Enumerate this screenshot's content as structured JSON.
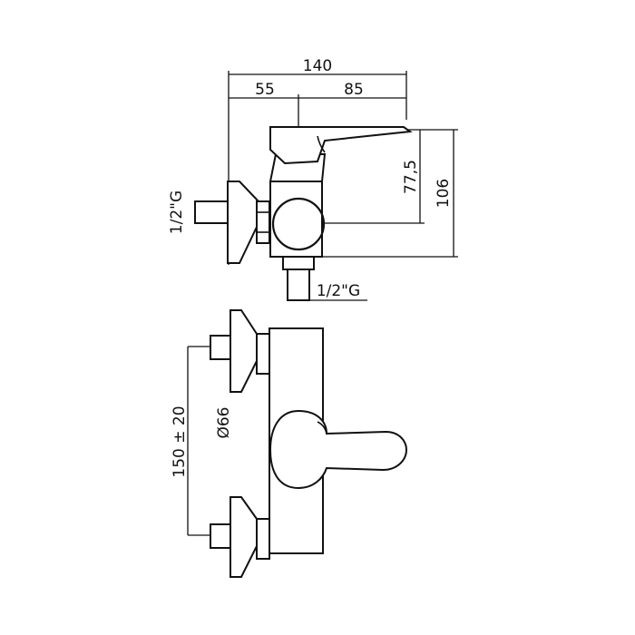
{
  "dimensions": {
    "overall_width": "140",
    "left_width": "55",
    "right_width": "85",
    "height_to_axis": "77,5",
    "total_height": "106",
    "thread_left": "1/2\"G",
    "thread_bottom": "1/2\"G",
    "handle_diameter": "Ø66",
    "center_distance": "150 ± 20"
  }
}
